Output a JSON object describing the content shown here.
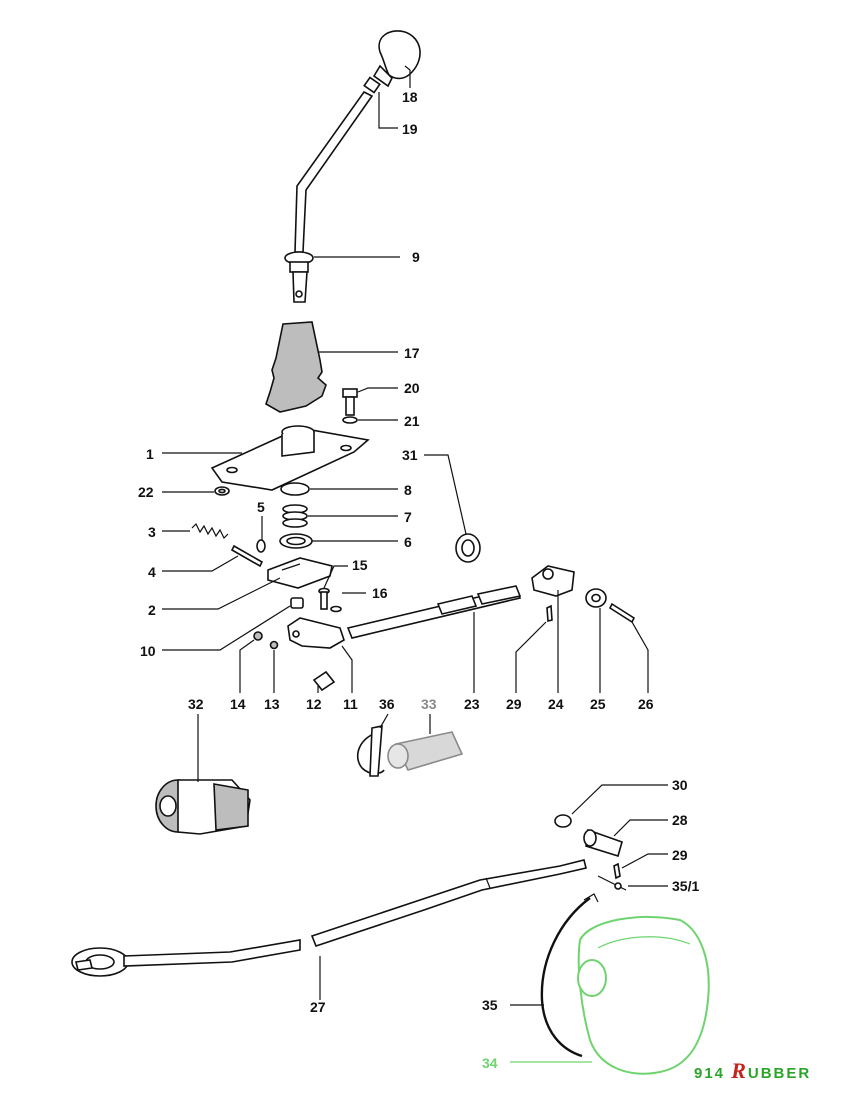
{
  "diagram": {
    "callouts": [
      {
        "id": "18",
        "label": "18"
      },
      {
        "id": "19",
        "label": "19"
      },
      {
        "id": "9",
        "label": "9"
      },
      {
        "id": "17",
        "label": "17"
      },
      {
        "id": "20",
        "label": "20"
      },
      {
        "id": "21",
        "label": "21"
      },
      {
        "id": "1",
        "label": "1"
      },
      {
        "id": "31",
        "label": "31"
      },
      {
        "id": "22",
        "label": "22"
      },
      {
        "id": "8",
        "label": "8"
      },
      {
        "id": "5",
        "label": "5"
      },
      {
        "id": "7",
        "label": "7"
      },
      {
        "id": "3",
        "label": "3"
      },
      {
        "id": "6",
        "label": "6"
      },
      {
        "id": "4",
        "label": "4"
      },
      {
        "id": "15",
        "label": "15"
      },
      {
        "id": "16",
        "label": "16"
      },
      {
        "id": "2",
        "label": "2"
      },
      {
        "id": "10",
        "label": "10"
      },
      {
        "id": "14",
        "label": "14"
      },
      {
        "id": "13",
        "label": "13"
      },
      {
        "id": "12",
        "label": "12"
      },
      {
        "id": "11",
        "label": "11"
      },
      {
        "id": "23",
        "label": "23"
      },
      {
        "id": "29a",
        "label": "29"
      },
      {
        "id": "24",
        "label": "24"
      },
      {
        "id": "25",
        "label": "25"
      },
      {
        "id": "26",
        "label": "26"
      },
      {
        "id": "32",
        "label": "32"
      },
      {
        "id": "36",
        "label": "36"
      },
      {
        "id": "33",
        "label": "33"
      },
      {
        "id": "30",
        "label": "30"
      },
      {
        "id": "28",
        "label": "28"
      },
      {
        "id": "29b",
        "label": "29"
      },
      {
        "id": "35_1",
        "label": "35/1"
      },
      {
        "id": "27",
        "label": "27"
      },
      {
        "id": "35",
        "label": "35"
      },
      {
        "id": "34",
        "label": "34"
      }
    ],
    "highlight_color": "#6fd36f",
    "muted_color": "#8a8a8a"
  },
  "brand": {
    "prefix": "914",
    "initial": "R",
    "suffix": "UBBER",
    "colors": {
      "text": "#2aa52a",
      "initial": "#c1261e"
    }
  }
}
